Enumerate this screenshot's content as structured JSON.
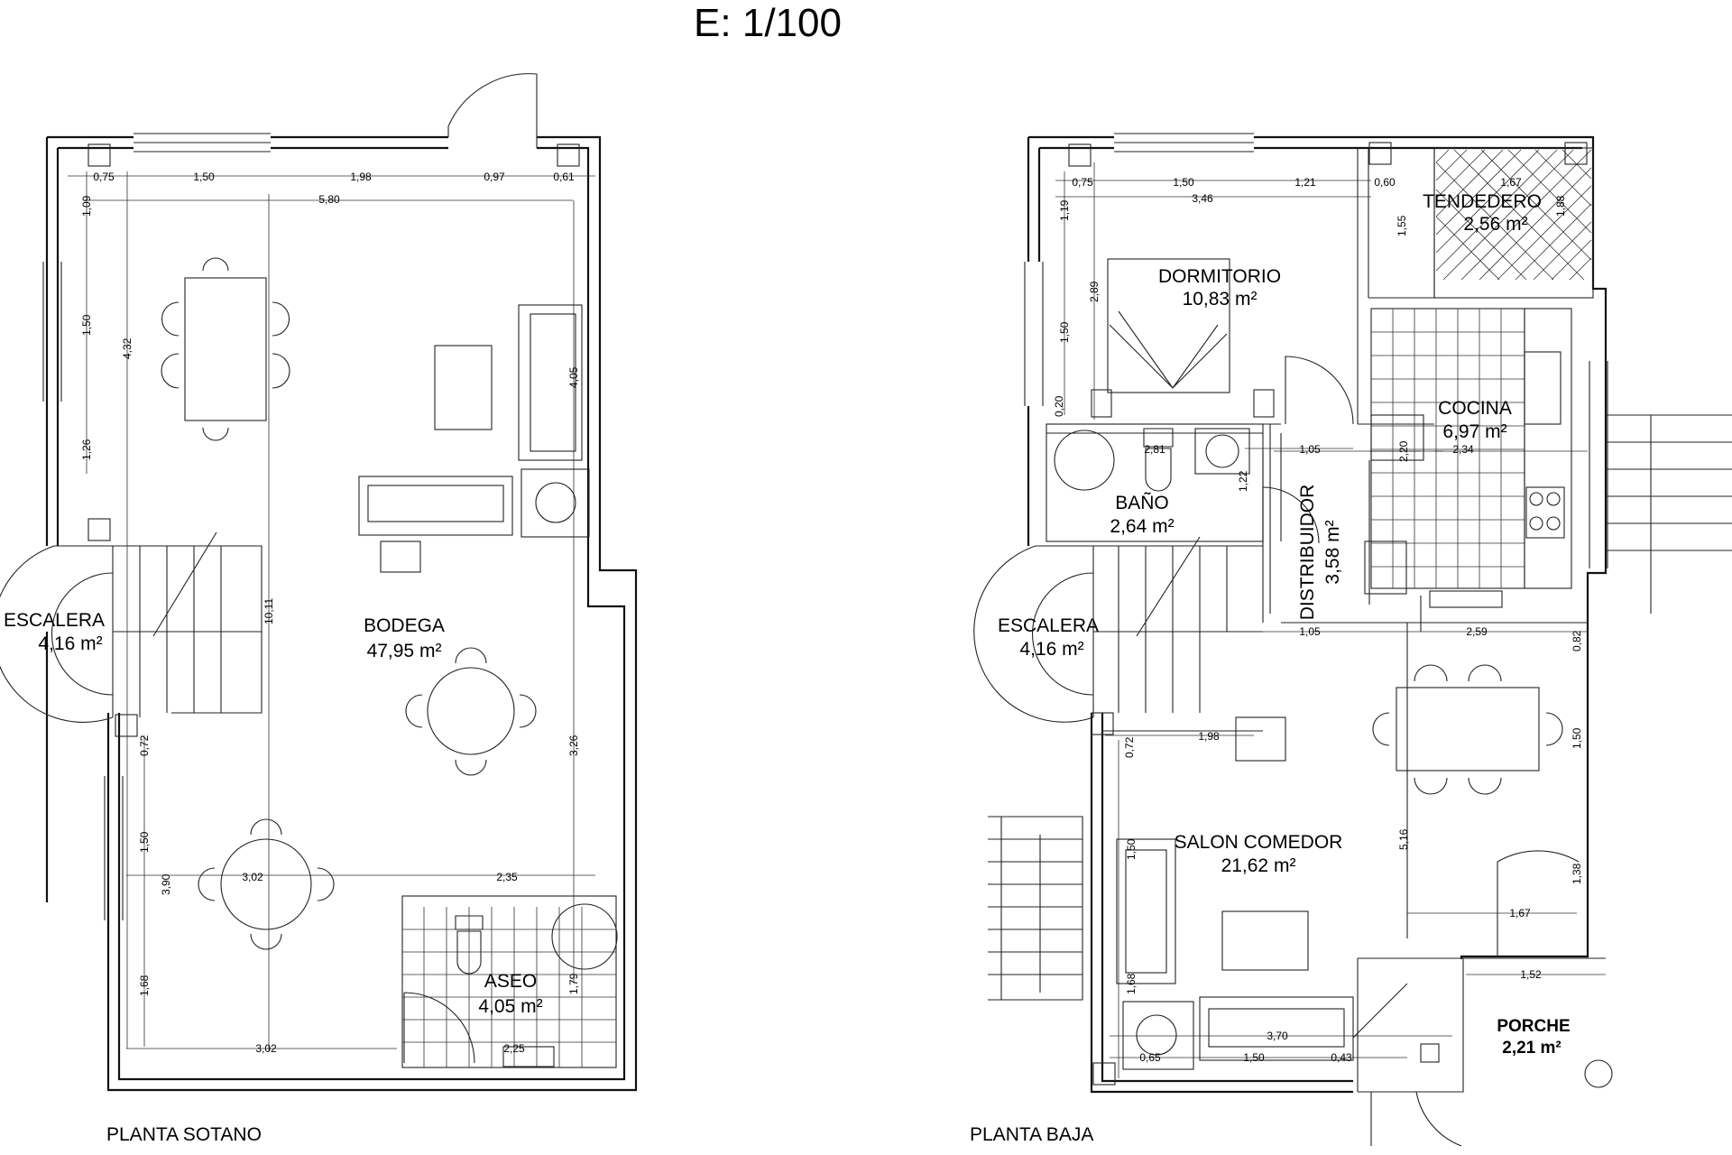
{
  "header": {
    "scale": "E: 1/100"
  },
  "plans": [
    {
      "name": "PLANTA SOTANO",
      "rooms": [
        {
          "name": "BODEGA",
          "area": "47,95 m²"
        },
        {
          "name": "ESCALERA",
          "area": "4,16 m²"
        },
        {
          "name": "ASEO",
          "area": "4,05 m²"
        }
      ],
      "dims": [
        "0,75",
        "1,50",
        "1,98",
        "0,97",
        "0,61",
        "5,80",
        "1,09",
        "4,32",
        "1,50",
        "1,26",
        "4,05",
        "10,11",
        "3,26",
        "0,72",
        "1,50",
        "3,90",
        "1,68",
        "3,02",
        "3,02",
        "2,35",
        "1,79",
        "2,25"
      ]
    },
    {
      "name": "PLANTA BAJA",
      "rooms": [
        {
          "name": "DORMITORIO",
          "area": "10,83 m²"
        },
        {
          "name": "TENDEDERO",
          "area": "2,56 m²"
        },
        {
          "name": "COCINA",
          "area": "6,97 m²"
        },
        {
          "name": "BAÑO",
          "area": "2,64 m²"
        },
        {
          "name": "DISTRIBUIDOR",
          "area": "3,58 m²"
        },
        {
          "name": "ESCALERA",
          "area": "4,16 m²"
        },
        {
          "name": "SALON COMEDOR",
          "area": "21,62 m²"
        },
        {
          "name": "PORCHE",
          "area": "2,21 m²"
        }
      ],
      "dims": [
        "0,75",
        "1,50",
        "1,21",
        "0,60",
        "3,46",
        "1,67",
        "1,19",
        "2,89",
        "1,50",
        "1,55",
        "1,88",
        "2,81",
        "1,05",
        "2,34",
        "1,22",
        "2,20",
        "0,20",
        "1,05",
        "2,59",
        "0,82",
        "1,98",
        "0,72",
        "1,50",
        "1,50",
        "5,16",
        "1,38",
        "1,67",
        "1,52",
        "1,68",
        "3,70",
        "0,65",
        "1,50",
        "0,43"
      ]
    }
  ]
}
